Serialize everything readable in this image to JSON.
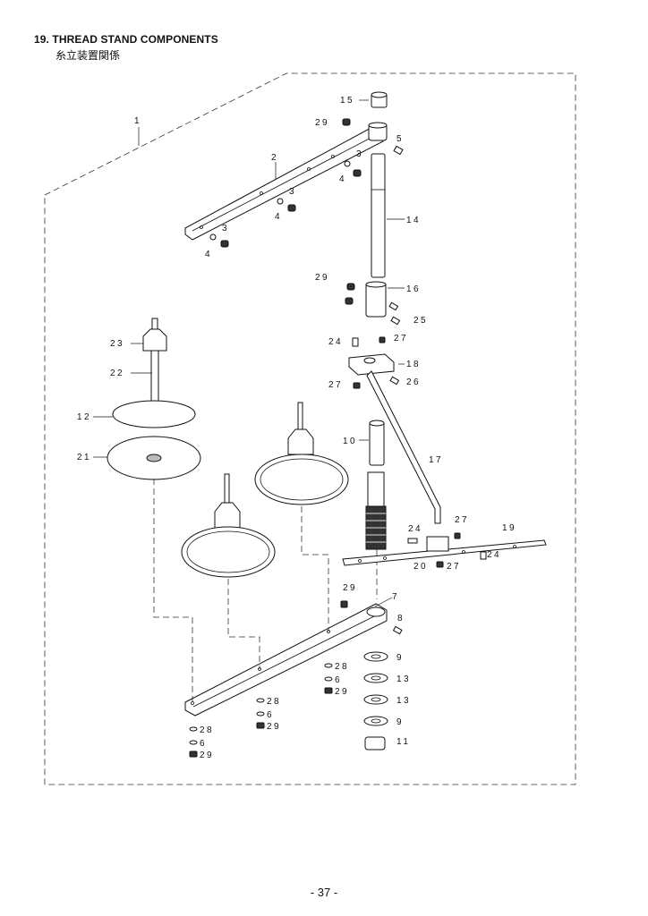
{
  "header": {
    "title": "19. THREAD STAND COMPONENTS",
    "subtitle": "糸立装置関係"
  },
  "footer": {
    "page_number": "- 37 -"
  },
  "callouts": {
    "c1": "1",
    "c2": "2",
    "c3a": "3",
    "c3b": "3",
    "c3c": "3",
    "c4a": "4",
    "c4b": "4",
    "c4c": "4",
    "c5": "5",
    "c7": "7",
    "c8": "8",
    "c9a": "9",
    "c9b": "9",
    "c10": "10",
    "c11": "11",
    "c12": "12",
    "c13a": "13",
    "c13b": "13",
    "c14": "14",
    "c15": "15",
    "c16": "16",
    "c17": "17",
    "c18": "18",
    "c19": "19",
    "c20": "20",
    "c21": "21",
    "c22": "22",
    "c23": "23",
    "c24a": "24",
    "c24b": "24",
    "c24c": "24",
    "c25": "25",
    "c26": "26",
    "c27a": "27",
    "c27b": "27",
    "c27c": "27",
    "c27d": "27",
    "c28a": "28",
    "c28b": "28",
    "c28c": "28",
    "c6a": "6",
    "c6b": "6",
    "c6c": "6",
    "c29a": "29",
    "c29b": "29",
    "c29c": "29",
    "c29d": "29",
    "c29e": "29",
    "c29f": "29"
  }
}
